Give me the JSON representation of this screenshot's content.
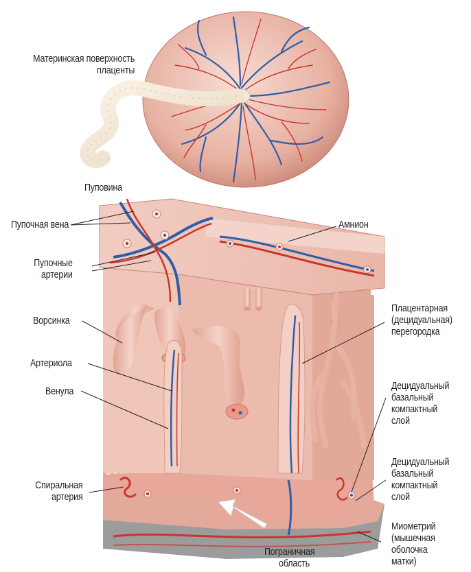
{
  "labels": {
    "maternal_surface": [
      "Материнская поверхность",
      "плаценты"
    ],
    "umbilical_cord": "Пуповина",
    "umbilical_vein": "Пупочная вена",
    "umbilical_arteries": [
      "Пупочные",
      "артерии"
    ],
    "villus": "Ворсинка",
    "arteriole": "Артериола",
    "venule": "Венула",
    "spiral_artery": [
      "Спиральная",
      "артерия"
    ],
    "amnion": "Амнион",
    "placental_septum": [
      "Плацентарная",
      "(децидуальная)",
      "перегородка"
    ],
    "decidua_compact_1": [
      "Децидуальный",
      "базальный",
      "компактный",
      "слой"
    ],
    "decidua_compact_2": [
      "Децидуальный",
      "базальный",
      "компактный",
      "слой"
    ],
    "myometrium": [
      "Миометрий",
      "(мышечная",
      "оболочка",
      "матки)"
    ],
    "junctional_zone": [
      "Пограничная",
      "область"
    ]
  },
  "colors": {
    "tissue": "#efc1b4",
    "tissue_dark": "#d98f7f",
    "artery": "#c8352a",
    "vein": "#2f5da8",
    "myometrium": "#9c9c9c",
    "decidua": "#e7a79a"
  }
}
